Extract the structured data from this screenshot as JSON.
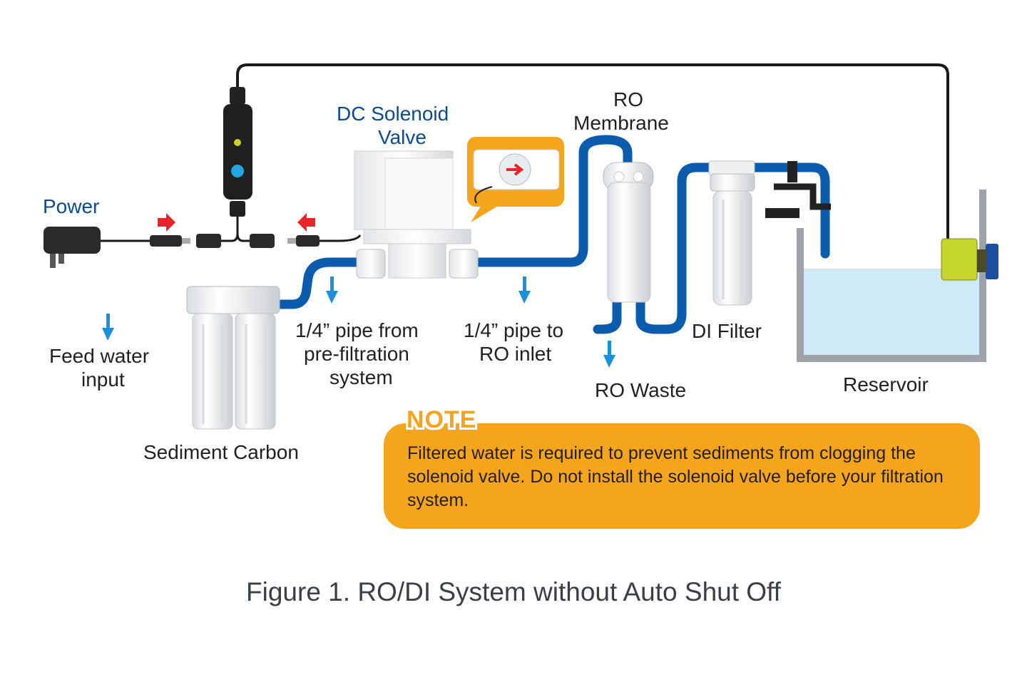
{
  "labels": {
    "power": "Power",
    "solenoid_line1": "DC Solenoid",
    "solenoid_line2": "Valve",
    "ro_membrane_line1": "RO",
    "ro_membrane_line2": "Membrane",
    "feed_line1": "Feed water",
    "feed_line2": "input",
    "pipe_from_line1": "1/4” pipe from",
    "pipe_from_line2": "pre-filtration",
    "pipe_from_line3": "system",
    "pipe_to_line1": "1/4” pipe to",
    "pipe_to_line2": "RO inlet",
    "di_filter": "DI Filter",
    "ro_waste": "RO Waste",
    "reservoir": "Reservoir",
    "sediment_carbon": "Sediment Carbon"
  },
  "note": {
    "title": "NOTE",
    "text": "Filtered water is required to prevent sediments from clogging the solenoid valve. Do not install the solenoid valve before your filtration system."
  },
  "caption": "Figure 1. RO/DI System without Auto Shut Off",
  "colors": {
    "pipe": "#0b5cad",
    "flow_arrow": "#1e90d8",
    "connector_arrow": "#e8262a",
    "note_bg": "#f4a51c",
    "water": "#cfe9f6",
    "label_blue": "#0b4a8f"
  },
  "icons": {
    "controller": "flood-guardian-controller-icon",
    "adapter": "power-adapter-icon",
    "valve": "solenoid-valve-icon",
    "sensor": "water-level-sensor-icon"
  }
}
